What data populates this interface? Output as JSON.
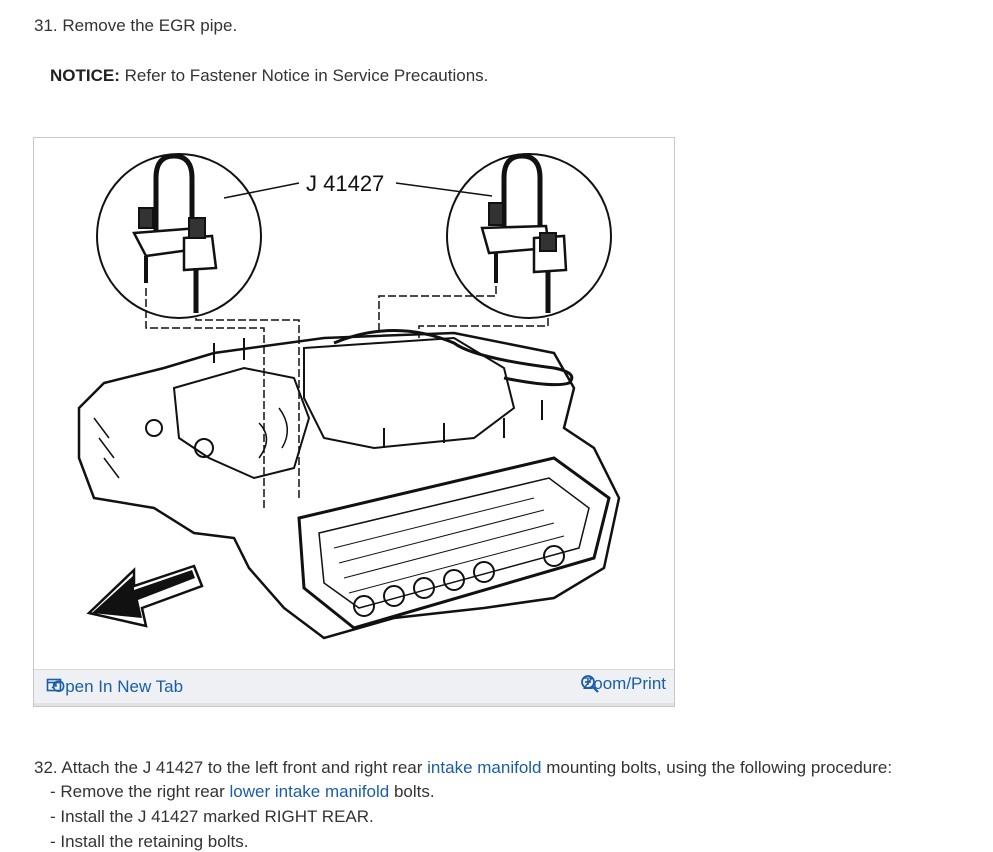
{
  "step31": {
    "text": "31. Remove the EGR pipe."
  },
  "notice": {
    "label": "NOTICE:",
    "text": " Refer to Fastener Notice in Service Precautions."
  },
  "figure": {
    "callout": "J 41427",
    "open_tab_label": "Open In New Tab",
    "zoom_label": "Zoom/Print"
  },
  "step32": {
    "prefix": "32. Attach the J 41427 to the left front and right rear ",
    "link": "intake manifold",
    "suffix": " mounting bolts, using the following procedure:"
  },
  "substeps": [
    {
      "prefix": "-  Remove the right rear ",
      "link": "lower intake manifold",
      "suffix": " bolts."
    },
    {
      "prefix": "-  Install the J 41427 marked RIGHT REAR.",
      "link": "",
      "suffix": ""
    },
    {
      "prefix": "-  Install the retaining bolts.",
      "link": "",
      "suffix": ""
    }
  ]
}
